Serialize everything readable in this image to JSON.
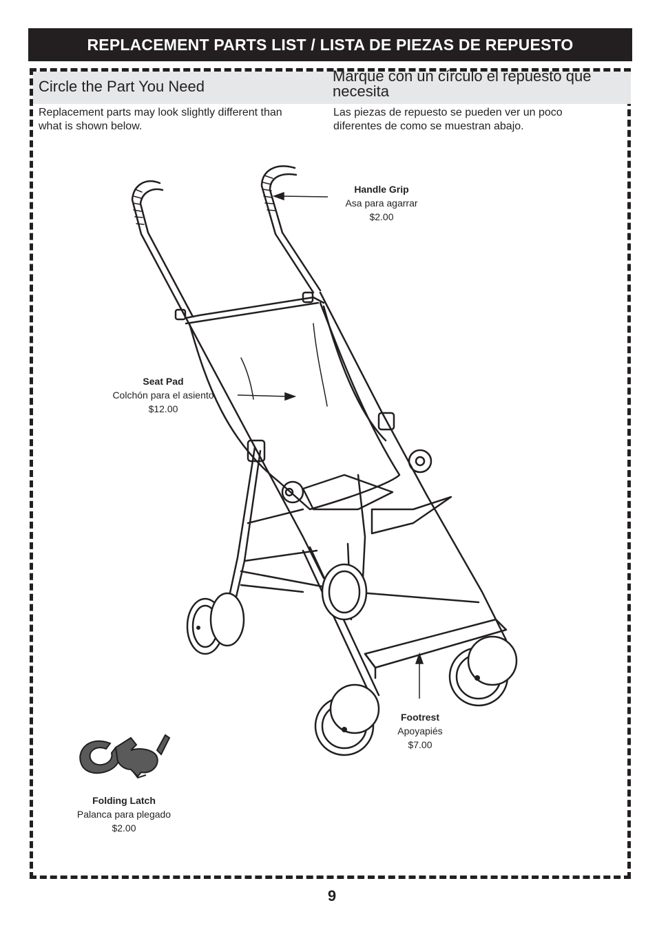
{
  "banner": {
    "title": "REPLACEMENT PARTS LIST / LISTA DE PIEZAS DE REPUESTO"
  },
  "header": {
    "en_title": "Circle the Part You Need",
    "es_title": "Marque con un círculo el repuesto que necesita",
    "en_note": "Replacement parts may look slightly different than what is shown below.",
    "es_note": "Las piezas de repuesto se pueden ver un poco diferentes de como se muestran abajo."
  },
  "parts": {
    "handle_grip": {
      "name": "Handle Grip",
      "name_es": "Asa para agarrar",
      "price": "$2.00"
    },
    "seat_pad": {
      "name": "Seat Pad",
      "name_es": "Colchón para el asiento",
      "price": "$12.00"
    },
    "footrest": {
      "name": "Footrest",
      "name_es": "Apoyapiés",
      "price": "$7.00"
    },
    "folding_latch": {
      "name": "Folding Latch",
      "name_es": "Palanca para plegado",
      "price": "$2.00"
    }
  },
  "page_number": "9",
  "colors": {
    "ink": "#231f20",
    "header_gray": "#e6e7e8"
  }
}
